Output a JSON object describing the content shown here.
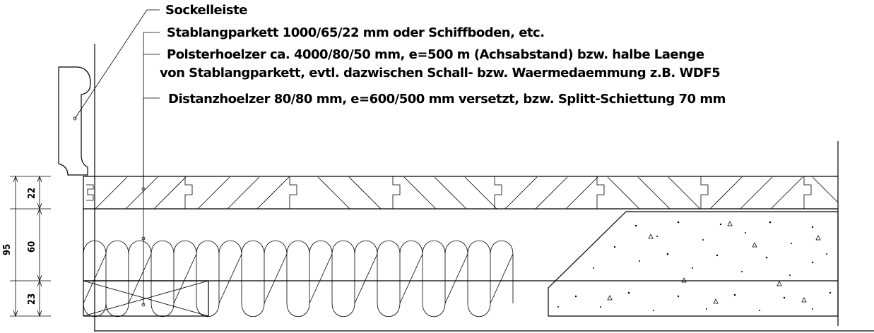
{
  "labels": {
    "skirting": "Sockelleiste",
    "parquet": "Stablangparkett 1000/65/22 mm oder Schiffboden, etc.",
    "joists_line1": "Polsterhoelzer ca. 4000/80/50 mm, e=500 m (Achsabstand) bzw. halbe Laenge",
    "joists_line2": "von Stablangparkett, evtl. dazwischen Schall- bzw. Waermedaemmung z.B. WDF5",
    "spacers": "Distanzhoelzer 80/80 mm, e=600/500 mm versetzt, bzw. Splitt-Schiettung 70 mm"
  },
  "dimensions": {
    "total": "95",
    "parquet": "22",
    "joist": "60",
    "spacer": "23"
  }
}
